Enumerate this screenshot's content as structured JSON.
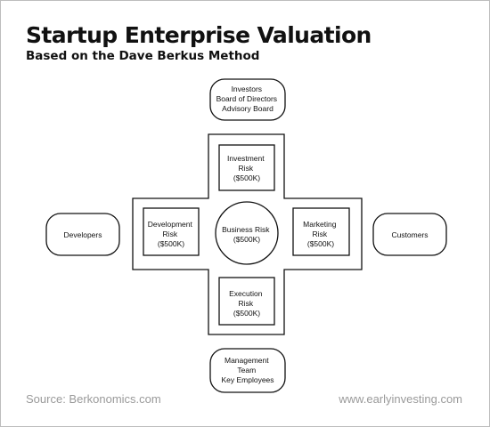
{
  "title": "Startup Enterprise Valuation",
  "subtitle": "Based on the Dave Berkus Method",
  "nodes": {
    "investors": [
      "Investors",
      "Board of Directors",
      "Advisory Board"
    ],
    "developers": [
      "Developers"
    ],
    "customers": [
      "Customers"
    ],
    "management": [
      "Management",
      "Team",
      "Key Employees"
    ],
    "investment_risk": [
      "Investment",
      "Risk",
      "($500K)"
    ],
    "development_risk": [
      "Development",
      "Risk",
      "($500K)"
    ],
    "business_risk": [
      "Business Risk",
      "($500K)"
    ],
    "marketing_risk": [
      "Marketing",
      "Risk",
      "($500K)"
    ],
    "execution_risk": [
      "Execution",
      "Risk",
      "($500K)"
    ]
  },
  "footer": {
    "source": "Source: Berkonomics.com",
    "site": "www.earlyinvesting.com"
  }
}
